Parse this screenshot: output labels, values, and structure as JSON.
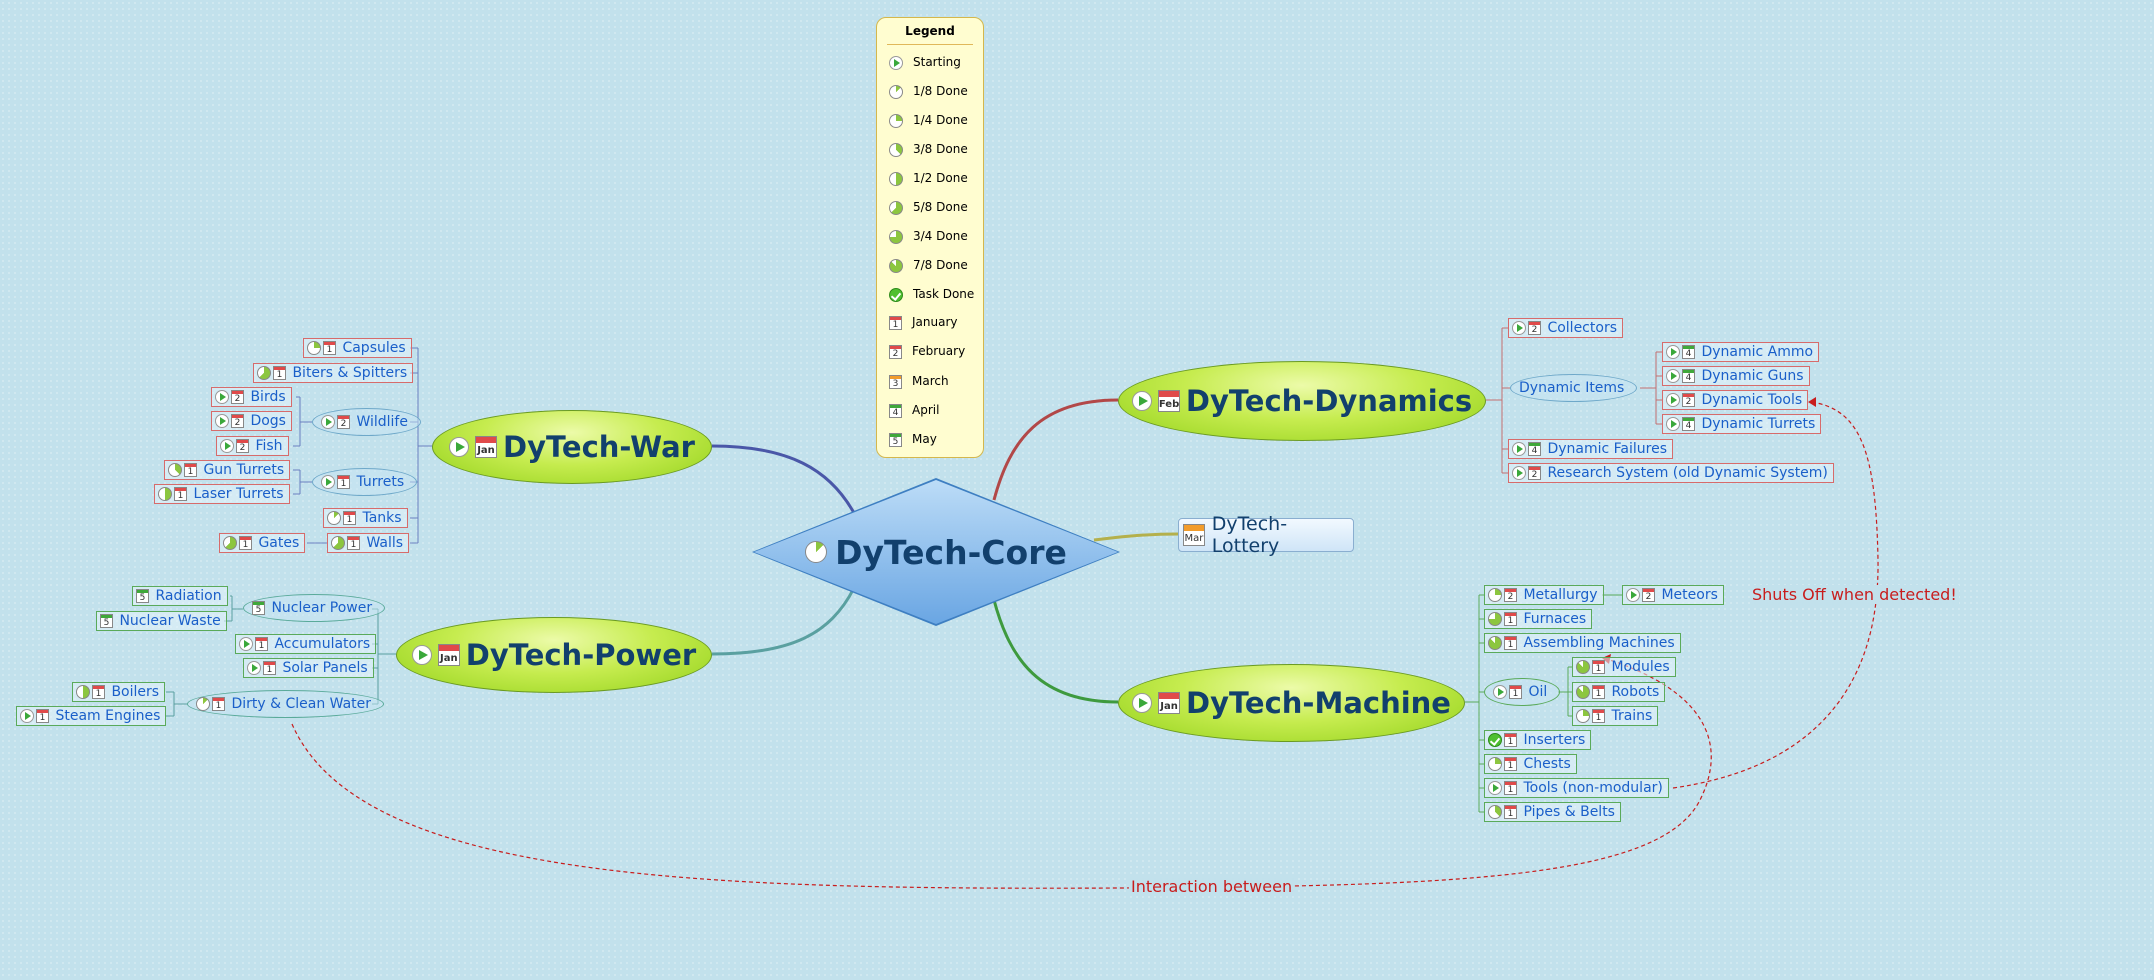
{
  "legend": {
    "title": "Legend",
    "items": [
      {
        "icon": "starting-icon",
        "label": "Starting"
      },
      {
        "icon": "one-eighth-done-icon",
        "label": "1/8 Done"
      },
      {
        "icon": "one-quarter-done-icon",
        "label": "1/4 Done"
      },
      {
        "icon": "three-eighths-done-icon",
        "label": "3/8 Done"
      },
      {
        "icon": "half-done-icon",
        "label": "1/2 Done"
      },
      {
        "icon": "five-eighths-done-icon",
        "label": "5/8 Done"
      },
      {
        "icon": "three-quarters-done-icon",
        "label": "3/4 Done"
      },
      {
        "icon": "seven-eighths-done-icon",
        "label": "7/8 Done"
      },
      {
        "icon": "task-done-icon",
        "label": "Task Done"
      },
      {
        "icon": "january-icon",
        "label": "January",
        "num": "1"
      },
      {
        "icon": "february-icon",
        "label": "February",
        "num": "2"
      },
      {
        "icon": "march-icon",
        "label": "March",
        "num": "3"
      },
      {
        "icon": "april-icon",
        "label": "April",
        "num": "4"
      },
      {
        "icon": "may-icon",
        "label": "May",
        "num": "5"
      }
    ]
  },
  "center": {
    "label": "DyTech-Core",
    "progress": 0.125
  },
  "topics": {
    "war": {
      "label": "DyTech-War",
      "month": "Jan"
    },
    "power": {
      "label": "DyTech-Power",
      "month": "Jan"
    },
    "dynamics": {
      "label": "DyTech-Dynamics",
      "month": "Feb"
    },
    "machine": {
      "label": "DyTech-Machine",
      "month": "Jan"
    },
    "lottery": {
      "label": "DyTech-Lottery",
      "month": "Mar"
    }
  },
  "war": {
    "capsules": {
      "label": "Capsules",
      "num": "1"
    },
    "biters": {
      "label": "Biters & Spitters",
      "num": "1"
    },
    "wildlife": {
      "label": "Wildlife",
      "num": "2"
    },
    "birds": {
      "label": "Birds",
      "num": "2"
    },
    "dogs": {
      "label": "Dogs",
      "num": "2"
    },
    "fish": {
      "label": "Fish",
      "num": "2"
    },
    "turrets": {
      "label": "Turrets",
      "num": "1"
    },
    "gun_turrets": {
      "label": "Gun Turrets",
      "num": "1"
    },
    "laser_turrets": {
      "label": "Laser Turrets",
      "num": "1"
    },
    "tanks": {
      "label": "Tanks",
      "num": "1"
    },
    "walls": {
      "label": "Walls",
      "num": "1"
    },
    "gates": {
      "label": "Gates",
      "num": "1"
    }
  },
  "power": {
    "nuclear_power": {
      "label": "Nuclear Power",
      "num": "5"
    },
    "radiation": {
      "label": "Radiation",
      "num": "5"
    },
    "nuclear_waste": {
      "label": "Nuclear Waste",
      "num": "5"
    },
    "accumulators": {
      "label": "Accumulators",
      "num": "1"
    },
    "solar_panels": {
      "label": "Solar Panels",
      "num": "1"
    },
    "water": {
      "label": "Dirty & Clean Water",
      "num": "1"
    },
    "boilers": {
      "label": "Boilers",
      "num": "1"
    },
    "steam_engines": {
      "label": "Steam Engines",
      "num": "1"
    }
  },
  "dynamics": {
    "collectors": {
      "label": "Collectors",
      "num": "2"
    },
    "dynamic_items": {
      "label": "Dynamic Items"
    },
    "ammo": {
      "label": "Dynamic Ammo",
      "num": "4"
    },
    "guns": {
      "label": "Dynamic Guns",
      "num": "4"
    },
    "tools": {
      "label": "Dynamic Tools",
      "num": "2"
    },
    "turrets": {
      "label": "Dynamic Turrets",
      "num": "4"
    },
    "failures": {
      "label": "Dynamic Failures",
      "num": "4"
    },
    "research": {
      "label": "Research System (old Dynamic System)",
      "num": "2"
    }
  },
  "machine": {
    "metallurgy": {
      "label": "Metallurgy",
      "num": "2"
    },
    "meteors": {
      "label": "Meteors",
      "num": "2"
    },
    "furnaces": {
      "label": "Furnaces",
      "num": "1"
    },
    "assembling": {
      "label": "Assembling Machines",
      "num": "1"
    },
    "oil": {
      "label": "Oil",
      "num": "1"
    },
    "modules": {
      "label": "Modules",
      "num": "1"
    },
    "robots": {
      "label": "Robots",
      "num": "1"
    },
    "trains": {
      "label": "Trains",
      "num": "1"
    },
    "inserters": {
      "label": "Inserters",
      "num": "1"
    },
    "chests": {
      "label": "Chests",
      "num": "1"
    },
    "tools": {
      "label": "Tools (non-modular)",
      "num": "1"
    },
    "pipes": {
      "label": "Pipes & Belts",
      "num": "1"
    }
  },
  "relationships": {
    "interaction": "Interaction between",
    "shutoff": "Shuts Off when detected!"
  },
  "colors": {
    "background": "#c2e1ec",
    "node_text": "#1a5fc9",
    "relationship": "#c81d1d",
    "progress_green": "#8cc63f"
  }
}
